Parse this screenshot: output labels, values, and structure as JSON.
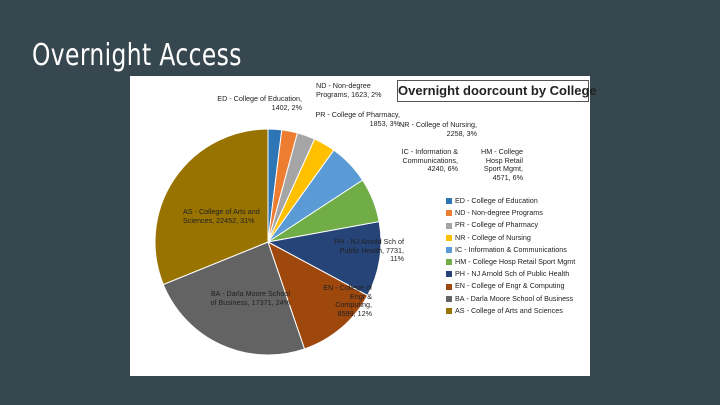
{
  "slide": {
    "title": "Overnight Access"
  },
  "chart_data": {
    "type": "pie",
    "title": "Overnight doorcount by College",
    "legend_position": "right",
    "slices": [
      {
        "code": "ED",
        "legend": "ED - College of Education",
        "label": "ED - College of Education,\n1402, 2%",
        "value": 1402,
        "percent": 2,
        "color": "#2e75b6"
      },
      {
        "code": "ND",
        "legend": "ND - Non-degree Programs",
        "label": "ND - Non-degree\nPrograms, 1623, 2%",
        "value": 1623,
        "percent": 2,
        "color": "#ed7d31"
      },
      {
        "code": "PR",
        "legend": "PR - College of Pharmacy",
        "label": "PR - College of Pharmacy,\n1853, 3%",
        "value": 1853,
        "percent": 3,
        "color": "#a5a5a5"
      },
      {
        "code": "NR",
        "legend": "NR - College of Nursing",
        "label": "NR - College of Nursing,\n2258, 3%",
        "value": 2258,
        "percent": 3,
        "color": "#ffc000"
      },
      {
        "code": "IC",
        "legend": "IC - Information & Communications",
        "label": "IC - Information &\nCommunications,\n4240, 6%",
        "value": 4240,
        "percent": 6,
        "color": "#5b9bd5"
      },
      {
        "code": "HM",
        "legend": "HM - College Hosp Retail Sport Mgmt",
        "label": "HM - College\nHosp Retail\nSport Mgmt,\n4571, 6%",
        "value": 4571,
        "percent": 6,
        "color": "#70ad47"
      },
      {
        "code": "PH",
        "legend": "PH - NJ Arnold Sch of Public Health",
        "label": "PH - NJ Arnold Sch of\nPublic Health, 7731,\n11%",
        "value": 7731,
        "percent": 11,
        "color": "#264478"
      },
      {
        "code": "EN",
        "legend": "EN - College of Engr & Computing",
        "label": "EN - College of\nEngr &\nComputing,\n8599, 12%",
        "value": 8599,
        "percent": 12,
        "color": "#9e480e"
      },
      {
        "code": "BA",
        "legend": "BA - Darla Moore School of Business",
        "label": "BA - Darla Moore School\nof Business, 17371, 24%",
        "value": 17371,
        "percent": 24,
        "color": "#636363"
      },
      {
        "code": "AS",
        "legend": "AS - College of Arts and Sciences",
        "label": "AS - College of Arts and\nSciences, 22452, 31%",
        "value": 22452,
        "percent": 31,
        "color": "#997300"
      }
    ]
  }
}
